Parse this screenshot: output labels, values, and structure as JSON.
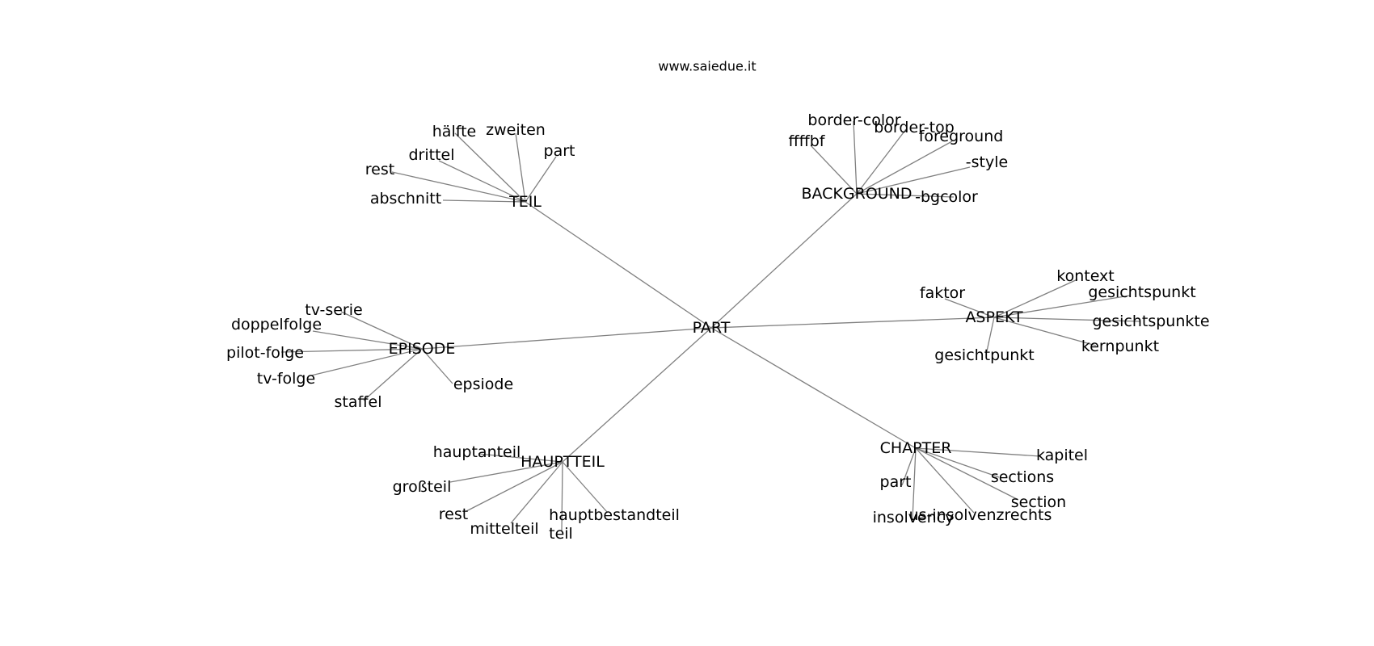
{
  "credit": "www.saiedue.it",
  "graph": {
    "root": "PART",
    "hubs": [
      {
        "label": "TEIL",
        "leaves": [
          "hälfte",
          "zweiten",
          "part",
          "drittel",
          "rest",
          "abschnitt"
        ]
      },
      {
        "label": "BACKGROUND",
        "leaves": [
          "border-color",
          "border-top",
          "ffffbf",
          "foreground",
          "-style",
          "-bgcolor"
        ]
      },
      {
        "label": "ASPEKT",
        "leaves": [
          "kontext",
          "faktor",
          "gesichtspunkt",
          "gesichtspunkte",
          "kernpunkt",
          "gesichtpunkt"
        ]
      },
      {
        "label": "EPISODE",
        "leaves": [
          "tv-serie",
          "doppelfolge",
          "pilot-folge",
          "tv-folge",
          "staffel",
          "epsiode"
        ]
      },
      {
        "label": "HAUPTTEIL",
        "leaves": [
          "hauptanteil",
          "großteil",
          "rest",
          "mittelteil",
          "hauptbestandteil",
          "teil"
        ]
      },
      {
        "label": "CHAPTER",
        "leaves": [
          "kapitel",
          "part",
          "sections",
          "section",
          "insolvency",
          "us-insolvenzrechts"
        ]
      }
    ]
  }
}
